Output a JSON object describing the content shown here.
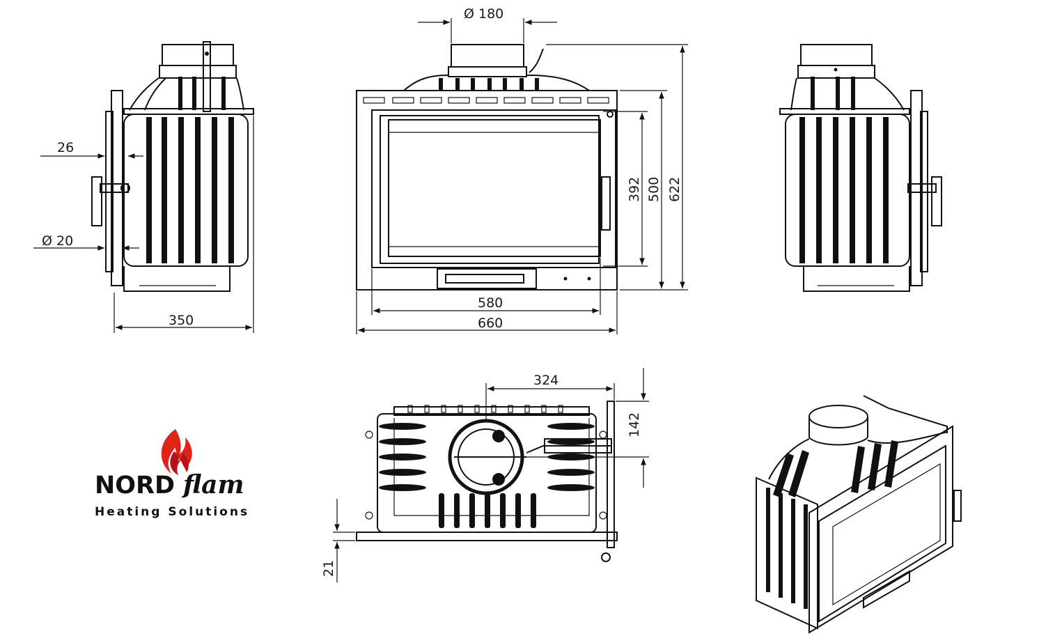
{
  "dimensions": {
    "flue_diameter": "Ø 180",
    "side_26": "26",
    "handle_diameter": "Ø 20",
    "depth_350": "350",
    "glass_width_580": "580",
    "total_width_660": "660",
    "glass_height_392": "392",
    "door_height_500": "500",
    "total_height_622": "622",
    "flue_offset_324": "324",
    "flue_offset_142": "142",
    "base_21": "21"
  },
  "logo": {
    "brand_bold": "NORD",
    "brand_italic": "flam",
    "tagline": "Heating Solutions",
    "flame_colors": [
      "#e2231a",
      "#b5121b"
    ]
  }
}
